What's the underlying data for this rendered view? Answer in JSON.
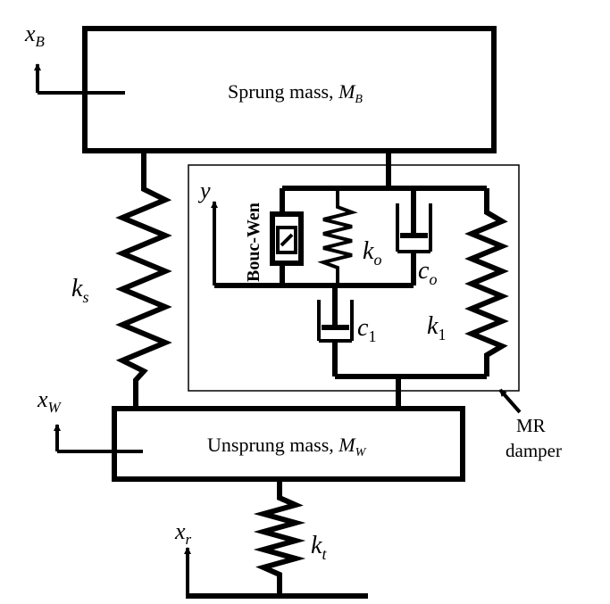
{
  "labels": {
    "x_b": "x",
    "x_b_sub": "B",
    "sprung_mass": "Sprung mass, ",
    "sprung_mass_sym": "M",
    "sprung_mass_sub": "B",
    "k_s": "k",
    "k_s_sub": "s",
    "bouc_wen": "Bouc-Wen",
    "y": "y",
    "k_o": "k",
    "k_o_sub": "o",
    "c_o": "c",
    "c_o_sub": "o",
    "c_1": "c",
    "c_1_sub": "1",
    "k_1": "k",
    "k_1_sub": "1",
    "x_w": "x",
    "x_w_sub": "W",
    "unsprung_mass": "Unsprung mass, ",
    "unsprung_mass_sym": "M",
    "unsprung_mass_sub": "W",
    "mr_damper_line1": "MR",
    "mr_damper_line2": "damper",
    "x_r": "x",
    "x_r_sub": "r",
    "k_t": "k",
    "k_t_sub": "t"
  }
}
